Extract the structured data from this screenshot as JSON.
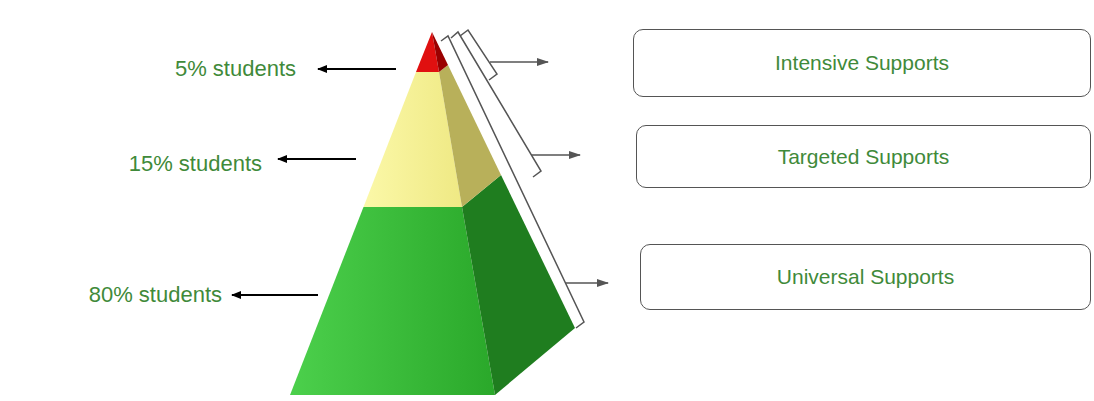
{
  "diagram": {
    "nodes": [
      {
        "text": [
          "Intensive Supports"
        ]
      },
      {
        "text": [
          "Targeted Supports"
        ]
      },
      {
        "text": [
          "Universal Supports"
        ]
      }
    ],
    "labels": [
      "5% students",
      "15% students",
      "80% students"
    ]
  }
}
